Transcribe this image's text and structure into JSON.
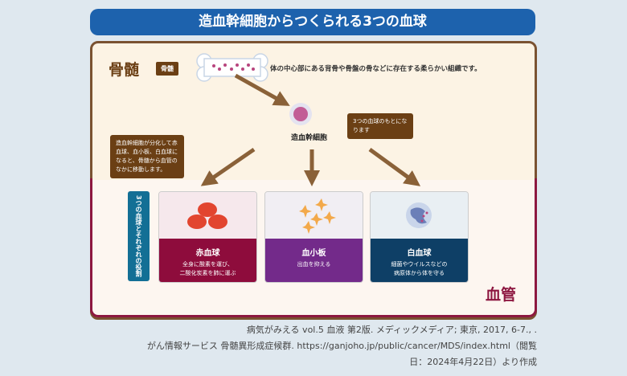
{
  "title": "造血幹細胞からつくられる3つの血球",
  "bone_marrow": {
    "heading": "骨髄",
    "tag": "骨髄",
    "description": "体の中心部にある背骨や骨盤の骨などに存在する柔らかい組織です。"
  },
  "stem_cell": {
    "label": "造血幹細胞",
    "bubble": "3つの血球のもとになります"
  },
  "migration_bubble": "造血幹細胞が分化して赤血球、血小板、白血球になると、骨髄から血管のなかに移動します。",
  "roles_label": "3つの血球とそれぞれの役割",
  "cells": [
    {
      "name": "赤血球",
      "desc1": "全身に酸素を運び、",
      "desc2": "二酸化炭素を肺に運ぶ",
      "color": "#8e0c3c"
    },
    {
      "name": "血小板",
      "desc1": "出血を抑える",
      "desc2": "",
      "color": "#732a8a"
    },
    {
      "name": "白血球",
      "desc1": "細菌やウイルスなどの",
      "desc2": "病原体から体を守る",
      "color": "#0e3f66"
    }
  ],
  "vessel_label": "血管",
  "source": {
    "line1": "病気がみえる vol.5 血液 第2版. メディックメディア; 東京, 2017, 6-7., .",
    "line2": "がん情報サービス 骨髄異形成症候群. https://ganjoho.jp/public/cancer/MDS/index.html（閲覧",
    "line3": "日：2024年4月22日）より作成"
  }
}
